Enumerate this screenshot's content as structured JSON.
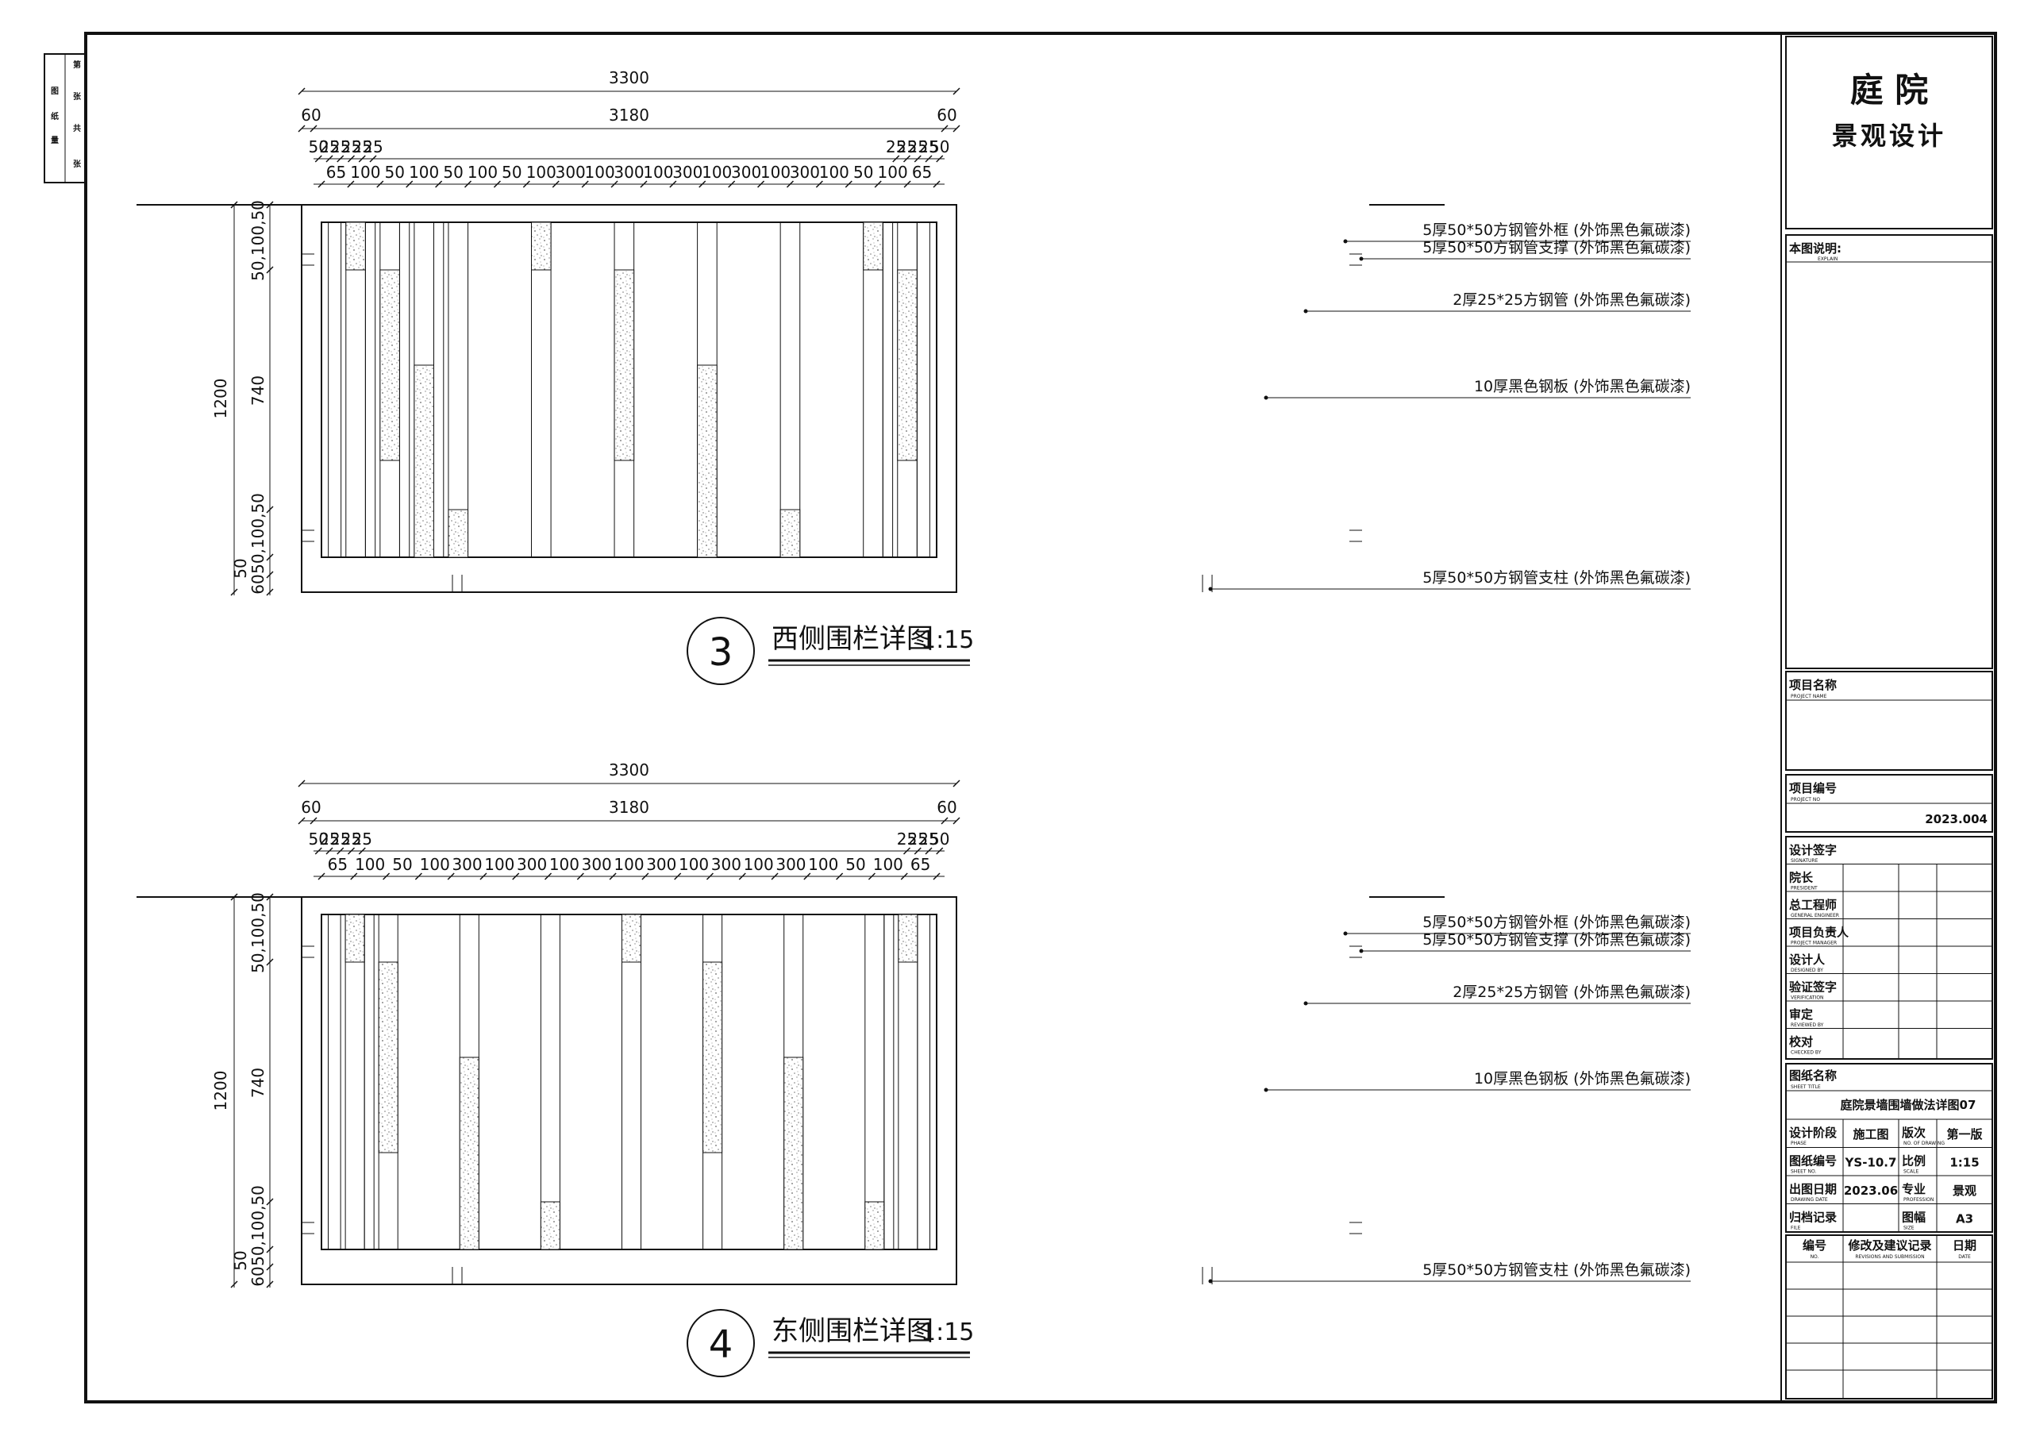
{
  "side_strip": [
    "第",
    "张",
    "共",
    "张",
    "图",
    "纸",
    "量"
  ],
  "title_block": {
    "title1": "庭 院",
    "title2": "景观设计",
    "explain_label": "本图说明:",
    "explain_en": "EXPLAIN",
    "project_name_label": "项目名称",
    "project_name_en": "PROJECT NAME",
    "project_no_label": "项目编号",
    "project_no_en": "PROJECT NO",
    "project_no": "2023.004",
    "signatures": [
      {
        "cn": "设计签字",
        "en": "SIGNATURE"
      },
      {
        "cn": "院长",
        "en": "PRESIDENT"
      },
      {
        "cn": "总工程师",
        "en": "GENERAL ENGINEER"
      },
      {
        "cn": "项目负责人",
        "en": "PROJECT MANAGER"
      },
      {
        "cn": "设计人",
        "en": "DESIGNED BY"
      },
      {
        "cn": "验证签字",
        "en": "VERIFICATION"
      },
      {
        "cn": "审定",
        "en": "REVIEWED BY"
      },
      {
        "cn": "校对",
        "en": "CHECKED BY"
      }
    ],
    "sheet_title_label": "图纸名称",
    "sheet_title_en": "SHEET TITLE",
    "sheet_title": "庭院景墙围墙做法详图07",
    "info_rows": [
      {
        "l1": "设计阶段",
        "e1": "PHASE",
        "v1": "施工图",
        "l2": "版次",
        "e2": "NO. OF DRAWING",
        "v2": "第一版"
      },
      {
        "l1": "图纸编号",
        "e1": "SHEET NO.",
        "v1": "YS-10.7",
        "l2": "比例",
        "e2": "SCALE",
        "v2": "1:15"
      },
      {
        "l1": "出图日期",
        "e1": "DRAWING DATE",
        "v1": "2023.06",
        "l2": "专业",
        "e2": "PROFESSION",
        "v2": "景观"
      },
      {
        "l1": "归档记录",
        "e1": "FILE",
        "v1": "",
        "l2": "图幅",
        "e2": "SIZE",
        "v2": "A3"
      }
    ],
    "rev_no": "编号",
    "rev_no_en": "NO.",
    "rev_record": "修改及建议记录",
    "rev_record_en": "REVISIONS AND SUBMISSION",
    "rev_date": "日期",
    "rev_date_en": "DATE"
  },
  "details": [
    {
      "num": "3",
      "title": "西侧围栏详图",
      "scale": "1:15",
      "overall_width": "3300",
      "inner_width": "3180",
      "end_left": "60",
      "end_right": "60",
      "top_row": [
        "50",
        "25",
        "25",
        "25",
        "25",
        "25",
        "25",
        "25",
        "25",
        "25",
        "50"
      ],
      "mid_row": [
        "65",
        "100",
        "50",
        "100",
        "50",
        "100",
        "50",
        "100",
        "300",
        "100",
        "300",
        "100",
        "300",
        "100",
        "300",
        "100",
        "300",
        "100",
        "50",
        "100",
        "65"
      ],
      "height_total": "1200",
      "v_top": "50,100,50",
      "v_mid": "740",
      "v_bot": "50,100,50",
      "v_base1": "50",
      "v_base2": "60",
      "notes": [
        "5厚50*50方钢管外框 (外饰黑色氟碳漆)",
        "5厚50*50方钢管支撑 (外饰黑色氟碳漆)",
        "2厚25*25方钢管 (外饰黑色氟碳漆)",
        "10厚黑色钢板 (外饰黑色氟碳漆)",
        "5厚50*50方钢管支柱 (外饰黑色氟碳漆)"
      ]
    },
    {
      "num": "4",
      "title": "东侧围栏详图",
      "scale": "1:15",
      "overall_width": "3300",
      "inner_width": "3180",
      "end_left": "60",
      "end_right": "60",
      "top_row": [
        "50",
        "25",
        "25",
        "25",
        "25",
        "25",
        "25",
        "25",
        "50"
      ],
      "mid_row": [
        "65",
        "100",
        "50",
        "100",
        "300",
        "100",
        "300",
        "100",
        "300",
        "100",
        "300",
        "100",
        "300",
        "100",
        "300",
        "100",
        "50",
        "100",
        "65"
      ],
      "height_total": "1200",
      "v_top": "50,100,50",
      "v_mid": "740",
      "v_bot": "50,100,50",
      "v_base1": "50",
      "v_base2": "60",
      "notes": [
        "5厚50*50方钢管外框 (外饰黑色氟碳漆)",
        "5厚50*50方钢管支撑 (外饰黑色氟碳漆)",
        "2厚25*25方钢管 (外饰黑色氟碳漆)",
        "10厚黑色钢板 (外饰黑色氟碳漆)",
        "5厚50*50方钢管支柱 (外饰黑色氟碳漆)"
      ]
    }
  ]
}
